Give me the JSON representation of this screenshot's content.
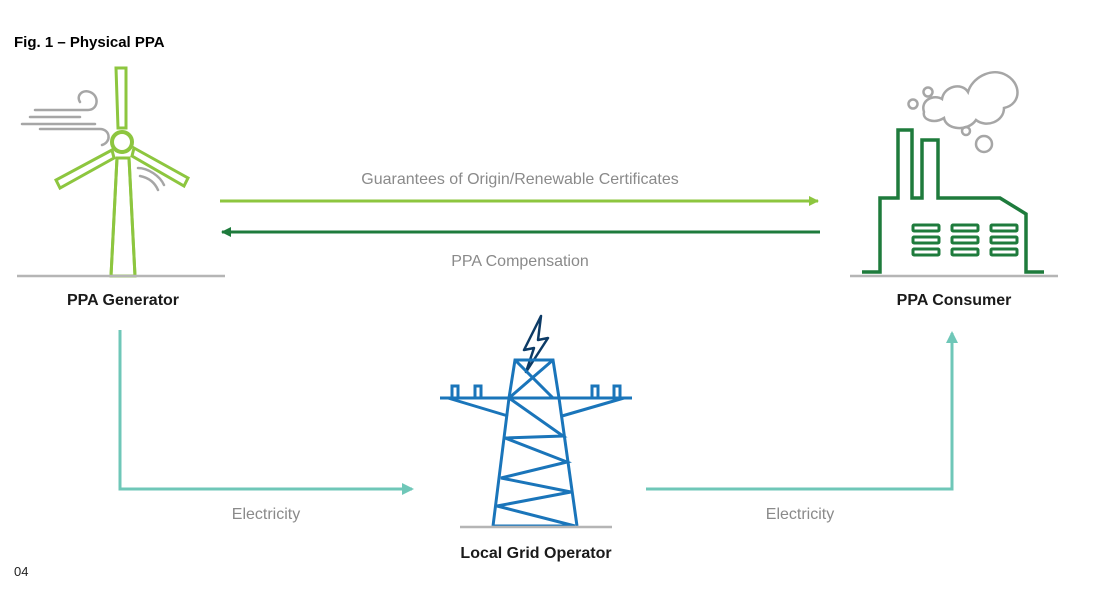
{
  "figure": {
    "title": "Fig. 1 – Physical PPA",
    "page_number": "04"
  },
  "nodes": {
    "generator": {
      "label": "PPA Generator",
      "icon": "wind-turbine-icon"
    },
    "consumer": {
      "label": "PPA Consumer",
      "icon": "factory-icon"
    },
    "grid": {
      "label": "Local Grid Operator",
      "icon": "power-pylon-icon"
    }
  },
  "flows": {
    "certificates": {
      "label": "Guarantees of Origin/Renewable Certificates",
      "from": "PPA Generator",
      "to": "PPA Consumer"
    },
    "compensation": {
      "label": "PPA Compensation",
      "from": "PPA Consumer",
      "to": "PPA Generator"
    },
    "electricity_in": {
      "label": "Electricity",
      "from": "PPA Generator",
      "to": "Local Grid Operator"
    },
    "electricity_out": {
      "label": "Electricity",
      "from": "Local Grid Operator",
      "to": "PPA Consumer"
    }
  },
  "colors": {
    "light_green": "#8dc63f",
    "dark_green": "#1e7b3c",
    "teal": "#6fc7b8",
    "blue": "#1a75ba",
    "navy": "#0d3b66",
    "grey": "#b5b5b5"
  }
}
